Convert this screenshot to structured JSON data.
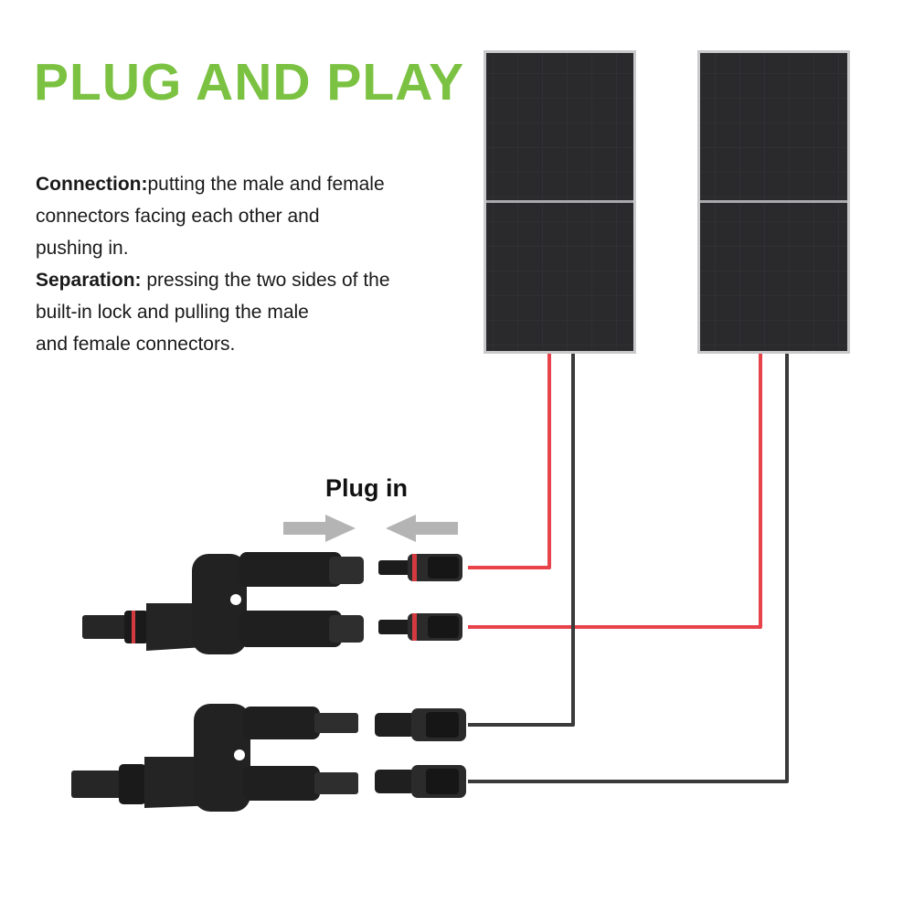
{
  "headline": "PLUG AND PLAY",
  "connection": {
    "label": "Connection:",
    "text_line1": "putting the male and female",
    "text_line2": "connectors facing each other and",
    "text_line3": "pushing in."
  },
  "separation": {
    "label": "Separation:",
    "text_line1": " pressing the two sides of the",
    "text_line2": "built-in lock and pulling the male",
    "text_line3": "and female connectors."
  },
  "plug_in_label": "Plug in",
  "colors": {
    "headline_green": "#7cc242",
    "positive_cable": "#e8424a",
    "negative_cable": "#3a3a3a",
    "panel_dark": "#2a2a2c",
    "arrow_gray": "#b4b4b4"
  }
}
